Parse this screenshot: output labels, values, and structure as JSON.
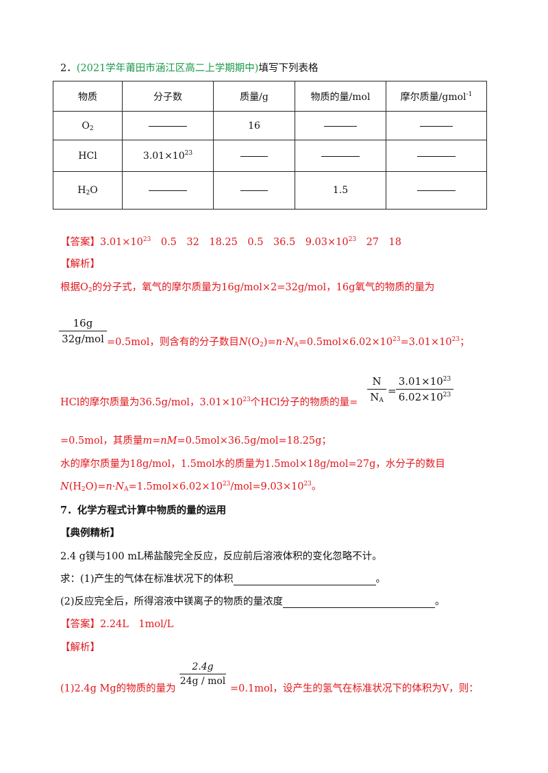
{
  "q2": {
    "number": "2．",
    "source": "(2021学年莆田市涵江区高二上学期期中)",
    "prompt": "填写下列表格"
  },
  "table": {
    "headers": [
      "物质",
      "分子数",
      "质量/g",
      "物质的量/mol",
      "摩尔质量/gmol",
      "-1"
    ],
    "rows": [
      {
        "substance": "O",
        "sub": "2",
        "mass": "16",
        "amount": ""
      },
      {
        "substance": "HCl",
        "sub": "",
        "count_base": "3.01×10",
        "count_exp": "23"
      },
      {
        "substance": "H",
        "sub": "2",
        "substance_tail": "O",
        "amount": "1.5"
      }
    ]
  },
  "answer1": {
    "label": "【答案】",
    "v1": "3.01×10",
    "v1_exp": "23",
    "middle": "0.5　32　18.25　0.5　36.5　9.03×10",
    "v2_exp": "23",
    "tail": "27　18"
  },
  "analysis1": {
    "label": "【解析】",
    "l1a": "根据O",
    "l1sub": "2",
    "l1b": "的分子式，氧气的摩尔质量为16g/mol×2=32g/mol，16g氧气的物质的量为",
    "f1_num": "16g",
    "f1_den": "32g/mol",
    "l2a": "=0.5mol，则含有的分子数目",
    "l2_N": "N",
    "l2_o": "(O",
    "l2_sub": "2",
    "l2_c": ")=",
    "l2_n": "n",
    "l2_dot": "·",
    "l2_NA": "N",
    "l2_A": "A",
    "l2b": "=0.5mol×6.02×10",
    "l2_e1": "23",
    "l2c": "=3.01×10",
    "l2_e2": "23",
    "l2d": "；",
    "l3a": "HCl的摩尔质量为36.5g/mol，3.01×10",
    "l3_e": "23",
    "l3b": "个HCl分子的物质的量=",
    "f2_num": "N",
    "f2_den": "N",
    "f2_den_sub": "A",
    "f2_eq": "=",
    "f3_num": "3.01×10",
    "f3_num_e": "23",
    "f3_den": "6.02×10",
    "f3_den_e": "23",
    "l4a": "=0.5mol，其质量",
    "l4_m": "m",
    "l4_eq": "=",
    "l4_nM": "nM",
    "l4b": "=0.5mol×36.5g/mol=18.25g；",
    "l5": "水的摩尔质量为18g/mol，1.5mol水的质量为1.5mol×18g/mol=27g，水分子的数目",
    "l6_N": "N",
    "l6a": "(H",
    "l6_sub": "2",
    "l6b": "O)=",
    "l6_n": "n",
    "l6_dot": "·",
    "l6_NA": "N",
    "l6_A": "A",
    "l6c": "=1.5mol×6.02×10",
    "l6_e1": "23",
    "l6d": "/mol=9.03×10",
    "l6_e2": "23",
    "l6e": "。"
  },
  "section7": {
    "title": "7．化学方程式计算中物质的量的运用",
    "example_label": "【典例精析】",
    "problem": "2.4 g镁与100 mL稀盐酸完全反应，反应前后溶液体积的变化忽略不计。",
    "q1": "求：(1)产生的气体在标准状况下的体积",
    "q1_end": "。",
    "q2": "(2)反应完全后，所得溶液中镁离子的物质的量浓度",
    "q2_end": "。",
    "answer_label": "【答案】",
    "answer": "2.24L　1mol/L",
    "analysis_label": "【解析】",
    "f4_num": "2.4g",
    "f4_den": "24g / mol",
    "l7a": "(1)2.4g Mg的物质的量为",
    "l7b": "=0.1mol，设产生的氢气在标准状况下的体积为V，则："
  }
}
